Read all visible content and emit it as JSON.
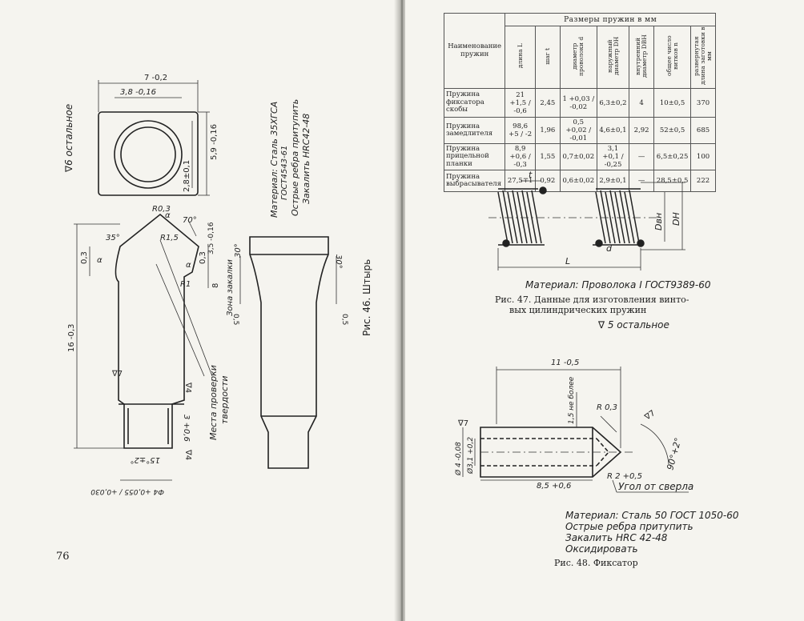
{
  "left_page": {
    "page_number": "76",
    "fig46_caption": "Рис. 46. Штырь",
    "finish_rest": "∇6 остальное",
    "material_lines": [
      "Материал: Сталь 35ХГСА",
      "ГОСТ4543-61",
      "Острые ребра притупить",
      "Закалить HRC42-48"
    ],
    "hardness_zone": "Зона закалки",
    "check_places": [
      "Места проверки",
      "твердости"
    ],
    "dims": {
      "width_top": "7 -0,2",
      "width_inner": "3,8 -0,16",
      "height_right": "5,9 -0,16",
      "diam": "2,8±0,1",
      "r03": "R0,3",
      "r15": "R1,5",
      "r1": "R1",
      "a": "α",
      "angle35": "35°",
      "angle70": "70°",
      "d03a": "0,3",
      "d03b": "0,3",
      "d35": "3,5 -0,16",
      "d8": "8",
      "d16": "16 -0,3",
      "f7": "∇7",
      "f4": "∇4",
      "d3": "3 +0,6",
      "angle15": "15°±2°",
      "phi4": "Ф4 +0,055 / +0,030",
      "d05a": "0,5",
      "d05b": "0,5",
      "angle30a": "30°",
      "angle30b": "30°"
    }
  },
  "right_page": {
    "table": {
      "group_header": "Размеры пружин в мм",
      "name_header": "Наименование пружин",
      "columns": [
        "длина L",
        "шаг t",
        "диаметр проволоки d",
        "наружный диаметр DН",
        "внутренний диаметр DВН",
        "общее число витков n",
        "развернутая длина заготовки в мм"
      ],
      "rows": [
        {
          "name": "Пружина фиксатора скобы",
          "cells": [
            "21 +1,5 / -0,6",
            "2,45",
            "1 +0,03 / -0,02",
            "6,3±0,2",
            "4",
            "10±0,5",
            "370"
          ]
        },
        {
          "name": "Пружина замедлителя",
          "cells": [
            "98,6 +5 / -2",
            "1,96",
            "0,5 +0,02 / -0,01",
            "4,6±0,1",
            "2,92",
            "52±0,5",
            "685"
          ]
        },
        {
          "name": "Пружина прицельной планки",
          "cells": [
            "8,9 +0,6 / -0,3",
            "1,55",
            "0,7±0,02",
            "3,1 +0,1 / -0,25",
            "—",
            "6,5±0,25",
            "100"
          ]
        },
        {
          "name": "Пружина выбрасывателя",
          "cells": [
            "27,5∓1",
            "0,92",
            "0,6±0,02",
            "2,9±0,1",
            "—",
            "28,5±0,5",
            "222"
          ]
        }
      ]
    },
    "fig47": {
      "label_t": "t",
      "label_d": "d",
      "label_L": "L",
      "label_dvn": "Dвн",
      "label_dn": "DН",
      "material": "Материал: Проволока I ГОСТ9389-60",
      "caption_line1": "Рис. 47. Данные для изготовления винто-",
      "caption_line2": "вых цилиндрических пружин"
    },
    "finish_rest": "∇ 5 остальное",
    "fig48": {
      "d11": "11 -0,5",
      "d15": "1,5 не более",
      "r03": "R 0,3",
      "f7a": "∇7",
      "f7b": "∇7",
      "d4": "Ø 4 -0,08",
      "d31": "Ø3,1 +0,2",
      "d85": "8,5 +0,6",
      "r2": "R 2 +0,5",
      "angle90": "90°+2°",
      "drill_angle": "Угол от сверла",
      "material_lines": [
        "Материал: Сталь 50 ГОСТ 1050-60",
        "Острые ребра притупить",
        "Закалить HRC 42-48",
        "Оксидировать"
      ],
      "caption": "Рис. 48. Фиксатор"
    }
  }
}
